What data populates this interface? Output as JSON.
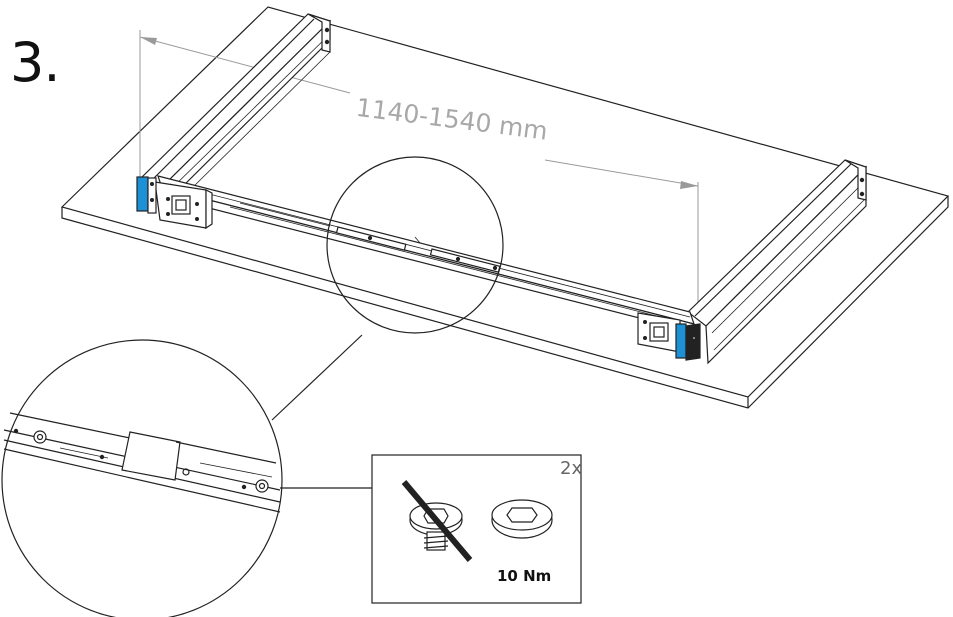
{
  "step": {
    "number": "3."
  },
  "dimension": {
    "label": "1140-1540 mm"
  },
  "hardware": {
    "quantity": "2x",
    "torque": "10 Nm"
  },
  "colors": {
    "accent": "#1e90d6",
    "line": "#222222",
    "dimension_line": "#9a9a9a"
  },
  "icons": [
    "detail-magnifier-circle",
    "crossed-out-screw-icon",
    "flat-cap-screw-icon"
  ]
}
